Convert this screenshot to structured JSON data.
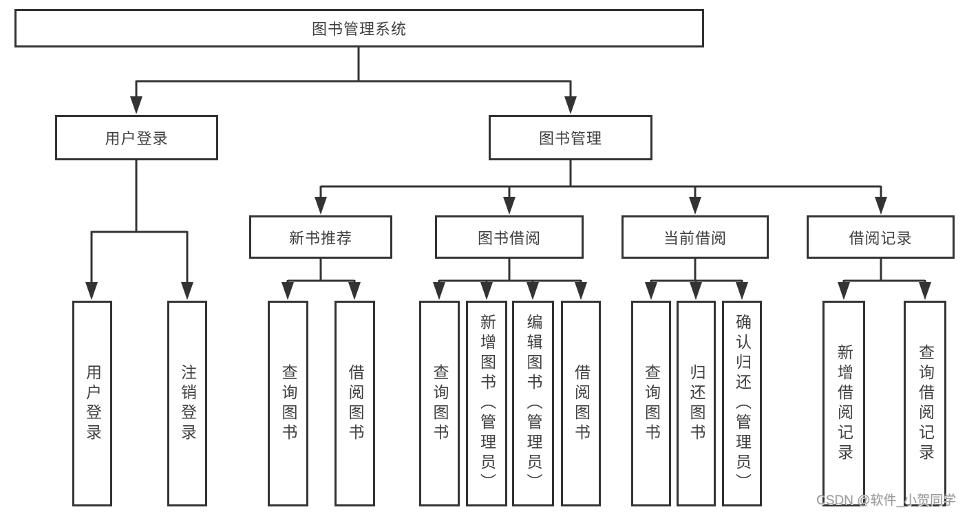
{
  "diagram": {
    "title": "图书管理系统",
    "nodes": {
      "root": {
        "label": "图书管理系统"
      },
      "login": {
        "label": "用户登录",
        "children": [
          {
            "label": "用户登录"
          },
          {
            "label": "注销登录"
          }
        ]
      },
      "management": {
        "label": "图书管理"
      },
      "level3": [
        {
          "label": "新书推荐",
          "children": [
            {
              "label": "查询图书"
            },
            {
              "label": "借阅图书"
            }
          ]
        },
        {
          "label": "图书借阅",
          "children": [
            {
              "label": "查询图书"
            },
            {
              "label": "新增图书（管理员）"
            },
            {
              "label": "编辑图书（管理员）"
            },
            {
              "label": "借阅图书"
            }
          ]
        },
        {
          "label": "当前借阅",
          "children": [
            {
              "label": "查询图书"
            },
            {
              "label": "归还图书"
            },
            {
              "label": "确认归还（管理员）"
            }
          ]
        },
        {
          "label": "借阅记录",
          "children": [
            {
              "label": "新增借阅记录"
            },
            {
              "label": "查询借阅记录"
            }
          ]
        }
      ]
    },
    "colors": {
      "line": "#333333",
      "box_border": "#333333",
      "box_fill": "#ffffff",
      "text": "#3f3f3f",
      "watermark": "#9b9b9b",
      "background": "#ffffff"
    }
  },
  "watermark": "CSDN @软件_小贺同学"
}
